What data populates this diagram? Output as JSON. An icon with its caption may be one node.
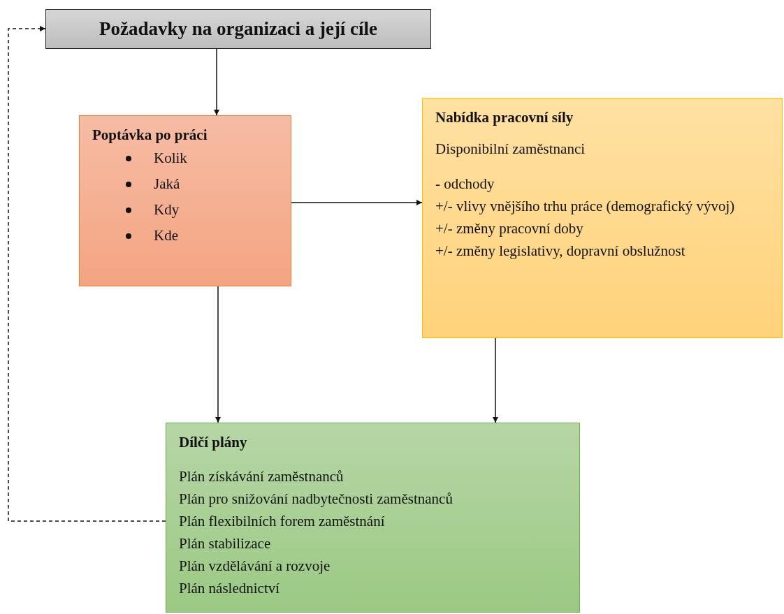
{
  "diagram": {
    "nodes": [
      {
        "text": [
          "Požadavky na organizaci a její cíle"
        ]
      },
      {
        "text": [
          "Poptávka po práci",
          "Kolik",
          "Jaká",
          "Kdy",
          "Kde"
        ]
      },
      {
        "text": [
          "Nabídka pracovní síly",
          "Disponibilní zaměstnanci",
          "- odchody",
          "+/- vlivy vnějšího trhu práce (demografický vývoj)",
          "+/- změny pracovní doby",
          "+/- změny legislativy, dopravní obslužnost"
        ]
      },
      {
        "text": [
          "Dílčí plány",
          "Plán získávání zaměstnanců",
          "Plán pro snižování nadbytečnosti zaměstnanců",
          "Plán flexibilních forem zaměstnání",
          "Plán stabilizace",
          "Plán vzdělávání a rozvoje",
          "Plán následnictví"
        ]
      }
    ],
    "edges": [
      {
        "from": 0,
        "to": 1,
        "arrow": "to"
      },
      {
        "from": 1,
        "to": 2,
        "arrow": "to"
      },
      {
        "from": 1,
        "to": 3,
        "arrow": "to"
      },
      {
        "from": 2,
        "to": 3,
        "arrow": "to"
      },
      {
        "from": 3,
        "to": 0,
        "arrow": "to",
        "style": "dashed"
      }
    ]
  }
}
